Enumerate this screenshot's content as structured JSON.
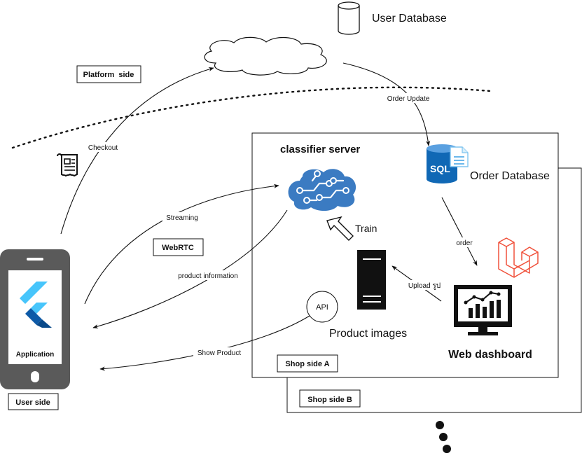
{
  "nodes": {
    "user_database": "User Database",
    "platform_side": "Platform  side",
    "classifier_server": "classifier server",
    "order_database": "Order Database",
    "train": "Train",
    "product_images": "Product images",
    "web_dashboard": "Web dashboard",
    "api": "API",
    "application": "Application",
    "user_side": "User side",
    "webrtc": "WebRTC",
    "shop_side_a": "Shop side A",
    "shop_side_b": "Shop side B",
    "sql_badge": "SQL"
  },
  "edges": {
    "checkout": "Checkout",
    "order_update": "Order Update",
    "streaming": "Streaming",
    "product_information": "product information",
    "order": "order",
    "upload": "Upload รูป",
    "show_product": "Show Product"
  },
  "icons": {
    "database": "database-cylinder-icon",
    "cloud": "cloud-icon",
    "receipt": "receipt-icon",
    "brain": "azure-ml-brain-icon",
    "sql_db": "sql-database-icon",
    "laravel": "laravel-logo-icon",
    "server": "server-tower-icon",
    "monitor": "dashboard-monitor-icon",
    "phone": "smartphone-icon",
    "flutter": "flutter-logo-icon",
    "more": "vertical-ellipsis-icon"
  },
  "colors": {
    "azure_blue": "#3b7bc2",
    "sql_blue": "#1068b5",
    "laravel_red": "#f0513b",
    "flutter_light": "#47c5fb",
    "flutter_dark": "#0d5aa7",
    "phone_gray": "#5a5a5a"
  }
}
